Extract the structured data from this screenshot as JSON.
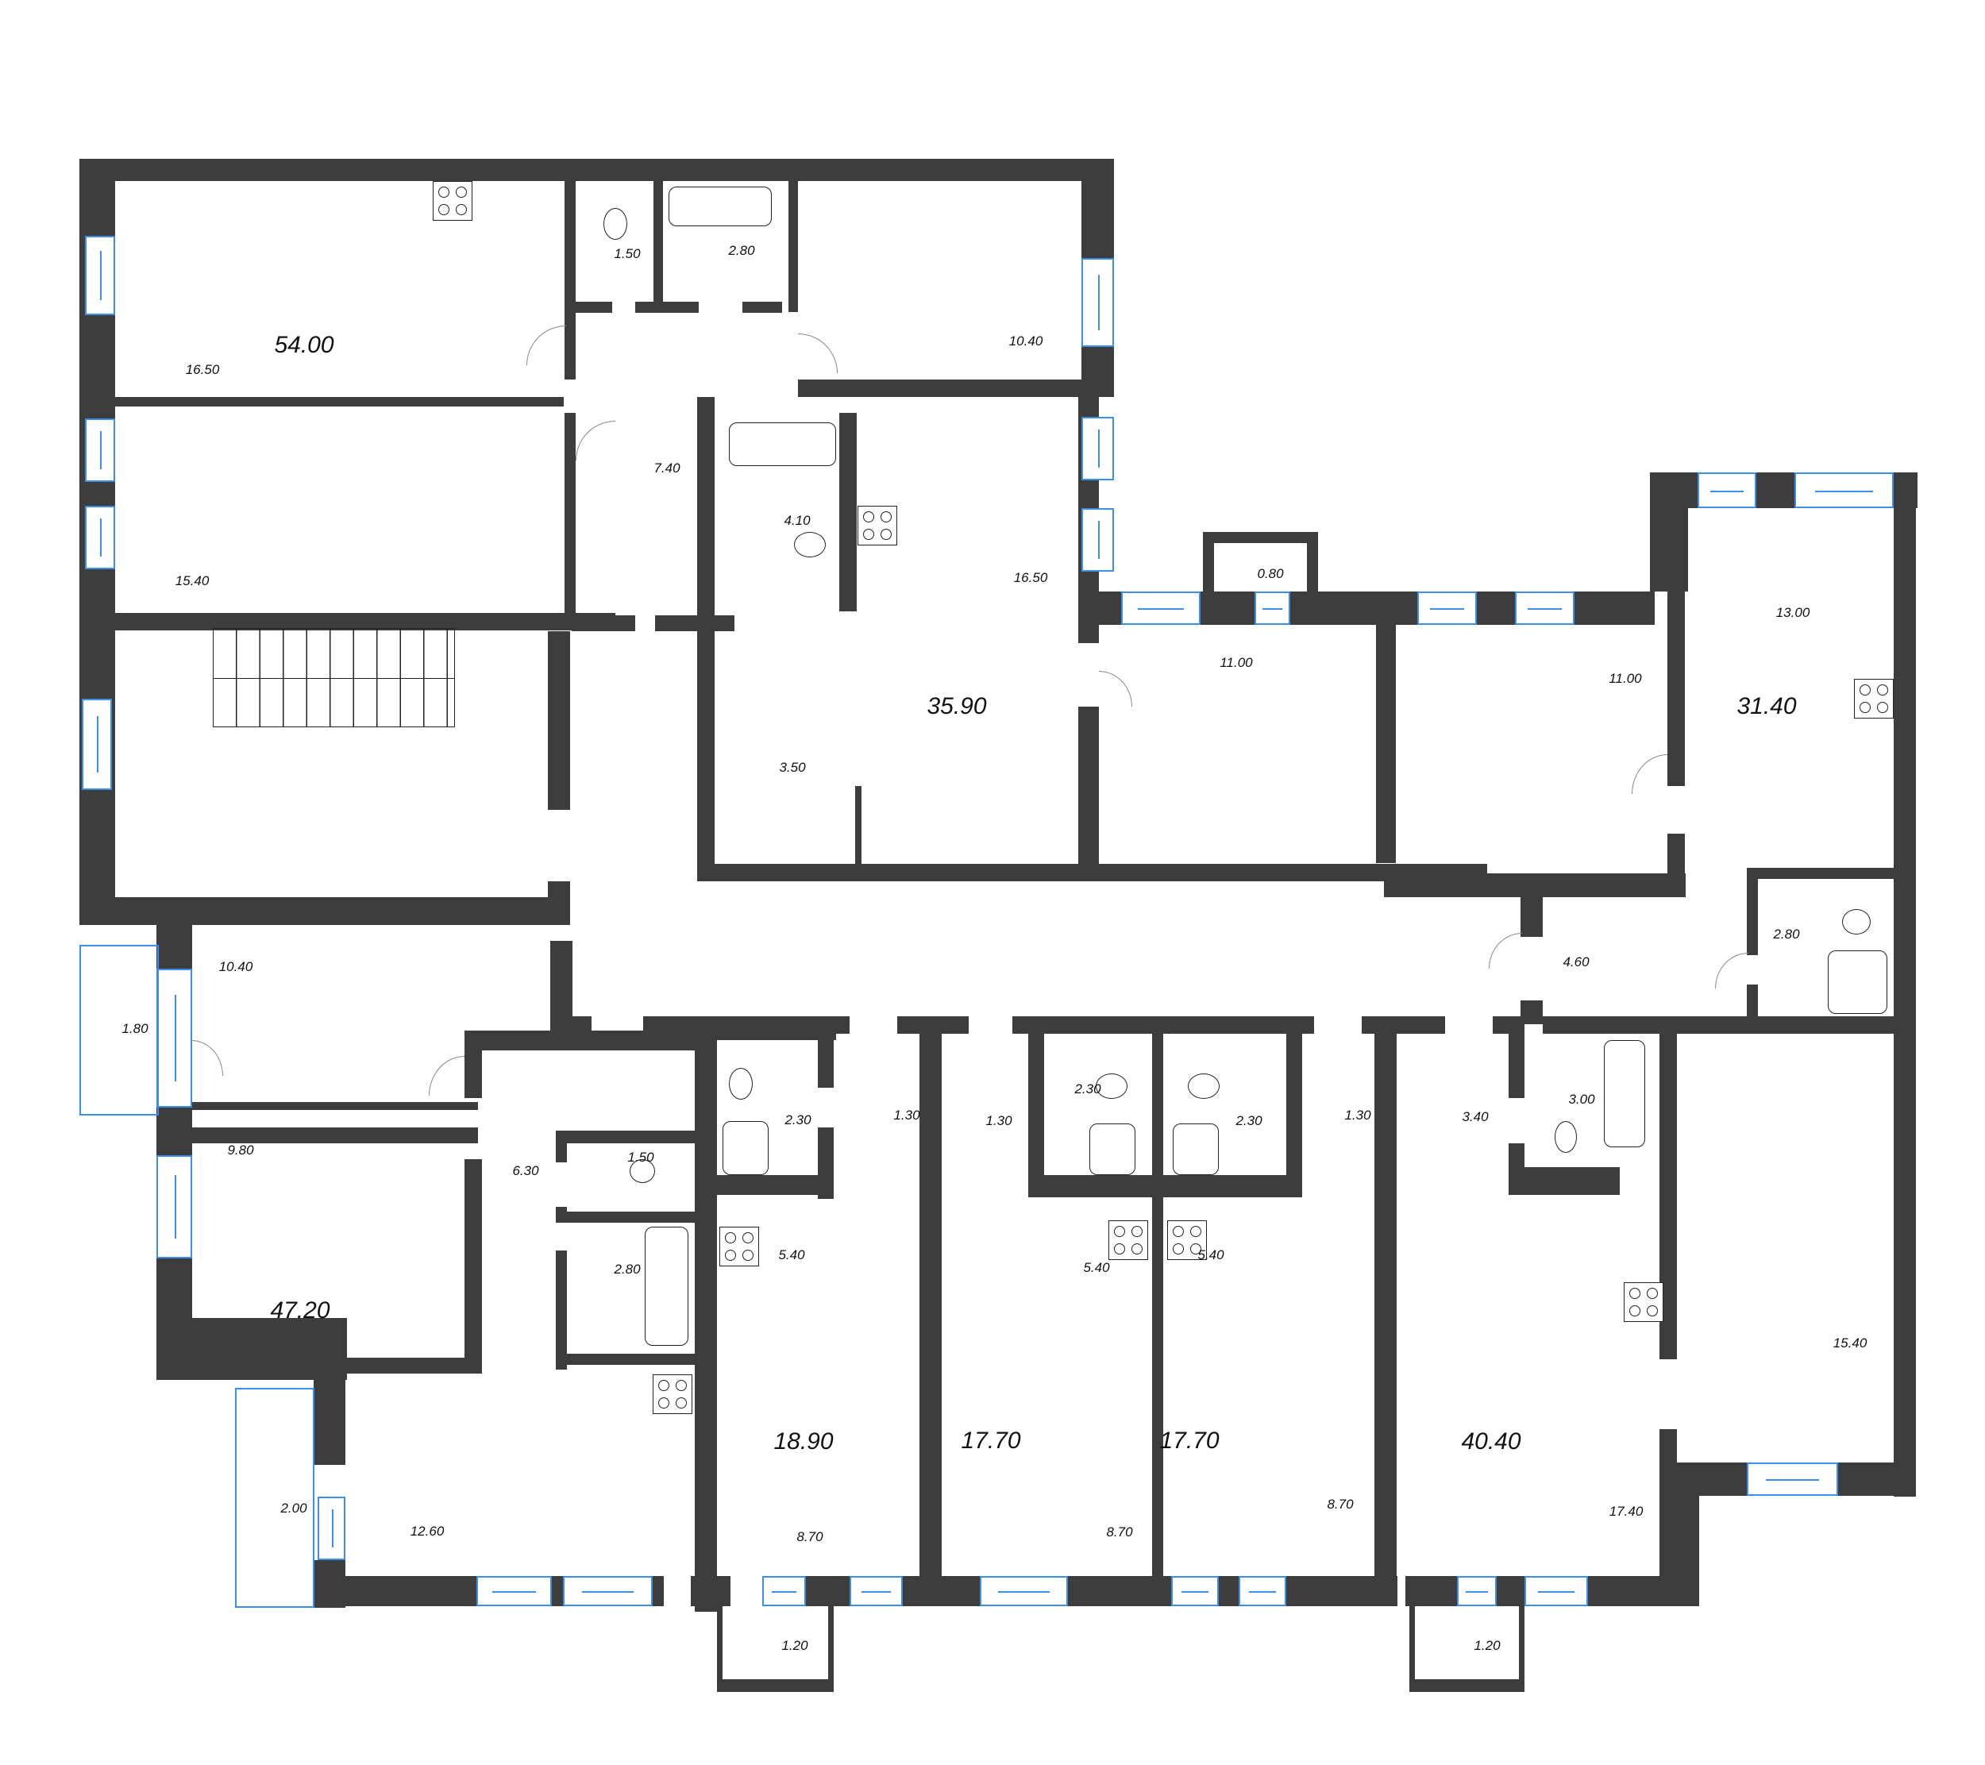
{
  "plan": {
    "title": "Floor plan",
    "wall_color": "#3d3d3d",
    "window_color": "#3b8fe8"
  },
  "apartments": [
    {
      "id": "apt-54",
      "total": "54.00",
      "rooms": [
        "16.50",
        "15.40",
        "10.40",
        "7.40",
        "1.50",
        "2.80"
      ]
    },
    {
      "id": "apt-35",
      "total": "35.90",
      "rooms": [
        "16.50",
        "4.10",
        "3.50"
      ]
    },
    {
      "id": "apt-31",
      "total": "31.40",
      "rooms": [
        "13.00",
        "11.00",
        "11.00",
        "4.60",
        "2.80",
        "0.80"
      ]
    },
    {
      "id": "apt-47",
      "total": "47.20",
      "rooms": [
        "10.40",
        "9.80",
        "12.60",
        "6.30",
        "1.50",
        "2.80",
        "1.80",
        "2.00"
      ]
    },
    {
      "id": "apt-18",
      "total": "18.90",
      "rooms": [
        "8.70",
        "5.40",
        "2.30",
        "1.30",
        "1.20"
      ]
    },
    {
      "id": "apt-17a",
      "total": "17.70",
      "rooms": [
        "8.70",
        "5.40",
        "2.30",
        "1.30"
      ]
    },
    {
      "id": "apt-17b",
      "total": "17.70",
      "rooms": [
        "8.70",
        "5.40",
        "2.30",
        "1.30"
      ]
    },
    {
      "id": "apt-40",
      "total": "40.40",
      "rooms": [
        "17.40",
        "15.40",
        "3.40",
        "3.00",
        "1.20"
      ]
    }
  ],
  "labels": {
    "a54_total": "54.00",
    "a54_r1": "16.50",
    "a54_r2": "15.40",
    "a54_r3": "10.40",
    "a54_hall": "7.40",
    "a54_wc": "1.50",
    "a54_bath": "2.80",
    "a35_total": "35.90",
    "a35_r1": "16.50",
    "a35_bath": "4.10",
    "a35_hall": "3.50",
    "a31_total": "31.40",
    "a31_r1": "13.00",
    "a31_r2": "11.00",
    "a31_r3": "11.00",
    "a31_hall": "4.60",
    "a31_bath": "2.80",
    "a31_closet": "0.80",
    "a47_total": "47.20",
    "a47_r1": "10.40",
    "a47_r2": "9.80",
    "a47_kitchen": "12.60",
    "a47_hall": "6.30",
    "a47_wc": "1.50",
    "a47_bath": "2.80",
    "a47_balcony1": "1.80",
    "a47_balcony2": "2.00",
    "a18_total": "18.90",
    "a18_room": "8.70",
    "a18_kitchen": "5.40",
    "a18_bath": "2.30",
    "a18_hall": "1.30",
    "a18_balcony": "1.20",
    "a17a_total": "17.70",
    "a17a_room": "8.70",
    "a17a_kitchen": "5.40",
    "a17a_bath": "2.30",
    "a17a_hall": "1.30",
    "a17b_total": "17.70",
    "a17b_room": "8.70",
    "a17b_kitchen": "5.40",
    "a17b_bath": "2.30",
    "a17b_hall": "1.30",
    "a40_total": "40.40",
    "a40_r1": "17.40",
    "a40_r2": "15.40",
    "a40_hall": "3.40",
    "a40_bath": "3.00",
    "a40_balcony": "1.20"
  }
}
